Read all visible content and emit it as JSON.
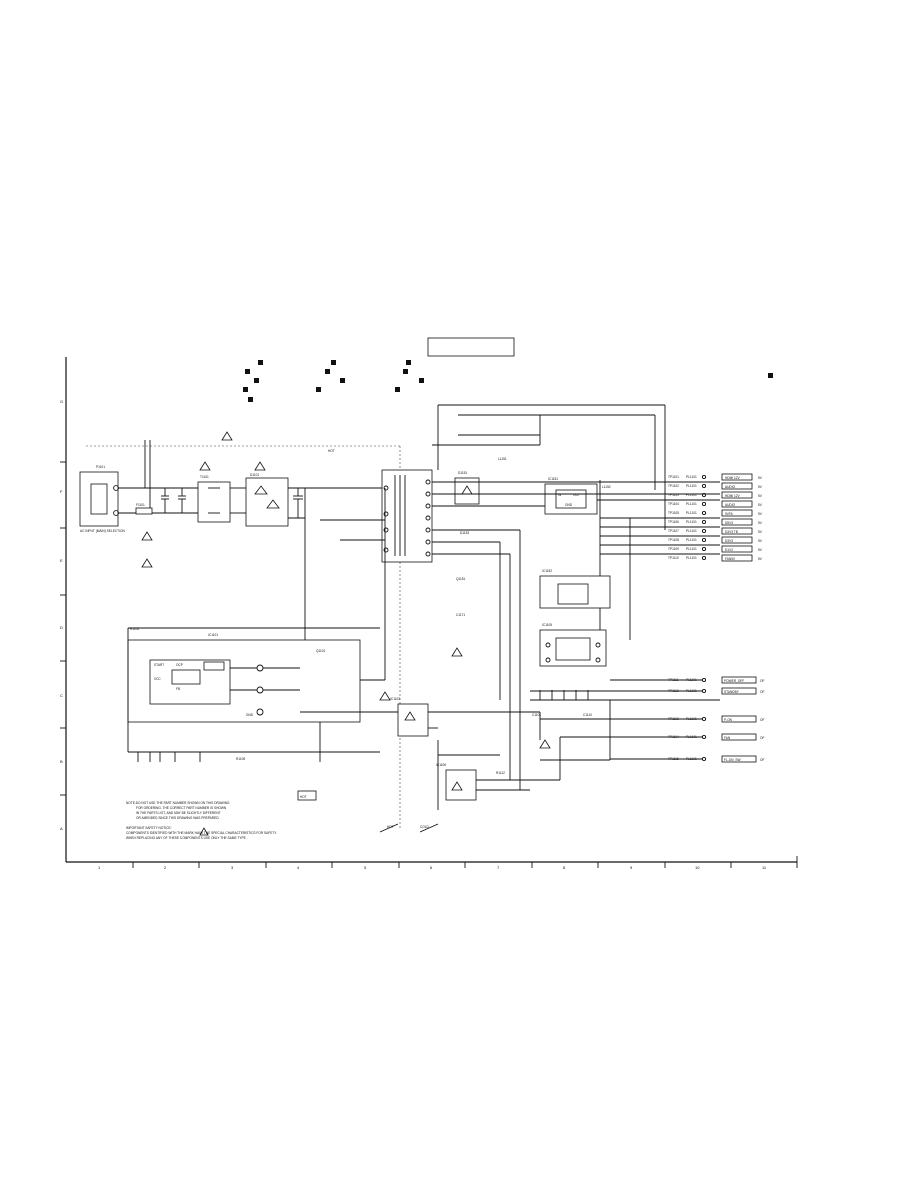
{
  "frame": {
    "row_labels": [
      "G",
      "F",
      "E",
      "D",
      "C",
      "B",
      "A"
    ],
    "column_labels": [
      "1",
      "2",
      "3",
      "4",
      "5",
      "6",
      "7",
      "8",
      "9",
      "10",
      "11"
    ]
  },
  "title_box": {
    "text": ""
  },
  "zones": {
    "hot": "HOT",
    "cold": "COLD",
    "hot_mark": "HOT"
  },
  "components": {
    "p1101_label": "P1101",
    "ac_inlet": "AC INPUT (MAIN) SELECTION",
    "f1101": "F1101",
    "t1101": "T1101",
    "d1101": "D1101",
    "ic1101": "IC1101",
    "ic1102": "IC1102",
    "ic1151": "IC1151",
    "ic1152": "IC1152",
    "ic1105": "IC1105",
    "ic1103": "IC1103",
    "ic1106": "IC1106",
    "l1151": "L1151",
    "l1152": "L1152",
    "d1151": "D1151",
    "d1153": "D1153",
    "q1101": "Q1101",
    "q1151": "Q1151",
    "r1104": "R1104",
    "r1105": "R1105",
    "r1112": "R1112",
    "c1101": "C1101",
    "c1110": "C1110",
    "c1171": "C1171",
    "ic1101_pins": [
      "START",
      "OCP",
      "VCC",
      "FB",
      "GND"
    ],
    "ic1151_pins": [
      "IN",
      "OUT",
      "GND"
    ]
  },
  "outputs": [
    {
      "tp": "TP1101",
      "connector": "PL1101",
      "label": "HDMI 12V",
      "pin": "5V"
    },
    {
      "tp": "TP1102",
      "connector": "PL1101",
      "label": "AUDIO",
      "pin": "5V"
    },
    {
      "tp": "TP1103",
      "connector": "PL1101",
      "label": "HDMI 12V",
      "pin": "5V"
    },
    {
      "tp": "TP1104",
      "connector": "PL1101",
      "label": "AUDIO",
      "pin": "5V"
    },
    {
      "tp": "TP1105",
      "connector": "PL1101",
      "label": "9VFA",
      "pin": "5V"
    },
    {
      "tp": "TP1106",
      "connector": "PL1101",
      "label": "D5V3",
      "pin": "5V"
    },
    {
      "tp": "TP1107",
      "connector": "PL1101",
      "label": "D3V3 TB",
      "pin": "5V"
    },
    {
      "tp": "TP1108",
      "connector": "PL1101",
      "label": "D3V3",
      "pin": "5V"
    },
    {
      "tp": "TP1109",
      "connector": "PL1101",
      "label": "D1V2",
      "pin": "5V"
    },
    {
      "tp": "TP1110",
      "connector": "PL1101",
      "label": "FAN5V",
      "pin": "5V"
    },
    {
      "tp": "TP1111",
      "connector": "PL1101",
      "label": "POWER_OFF",
      "pin": "OF"
    },
    {
      "tp": "TP1112",
      "connector": "PL1101",
      "label": "STANDBY",
      "pin": "OF"
    },
    {
      "tp": "TP1113",
      "connector": "PL1101",
      "label": "P-ON",
      "pin": "OF"
    },
    {
      "tp": "TP1114",
      "connector": "PL1101",
      "label": "FAN",
      "pin": "OF"
    },
    {
      "tp": "TP1115",
      "connector": "PL1101",
      "label": "FL-ON_SW",
      "pin": "OF"
    }
  ],
  "notes": [
    "NOTE:DO NOT USE THE PART NUMBER SHOWN ON THIS DRAWING",
    "FOR ORDERING. THE CORRECT PART NUMBER IS SHOWN",
    "IN THE PARTS LIST, AND MAY BE SLIGHTLY DIFFERENT",
    "OR AMENDED SINCE THIS DRAWING WAS PREPARED.",
    "IMPORTANT SAFETY NOTICE:",
    "COMPONENTS IDENTIFIED WITH THE MARK HAVE THE SPECIAL CHARACTERISTICS FOR SAFETY.",
    "WHEN REPLACING ANY OF THESE COMPONENTS USE ONLY THE SAME TYPE."
  ],
  "colors": {
    "ink": "#111111",
    "paper": "#ffffff"
  }
}
